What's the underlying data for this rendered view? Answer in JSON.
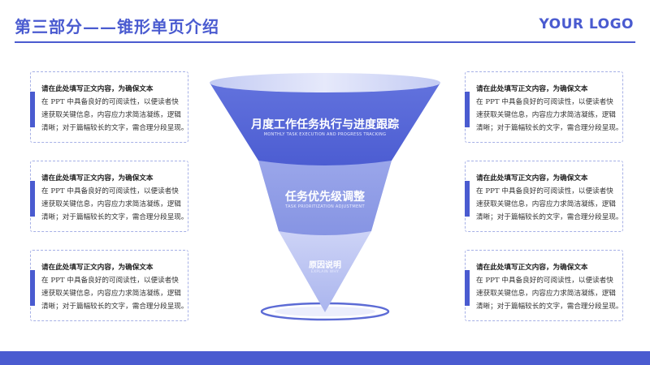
{
  "header": {
    "title": "第三部分——锥形单页介绍",
    "logo": "YOUR LOGO"
  },
  "funnel": {
    "levels": [
      {
        "title": "月度工作任务执行与进度跟踪",
        "subtitle": "MONTHLY TASK EXECUTION AND PROGRESS TRACKING"
      },
      {
        "title": "任务优先级调整",
        "subtitle": "TASK PRIORITIZATION ADJUSTMENT"
      },
      {
        "title": "原因说明",
        "subtitle": "EXPLAIN WHY"
      }
    ]
  },
  "cards": {
    "line1": "请在此处填写正文内容，为确保文本",
    "line2": "在 PPT 中具备良好的可阅读性，以便读者快",
    "line3": "速获取关键信息，内容应力求简洁凝练，逻辑",
    "line4": "清晰；对于篇幅较长的文字，需合理分段呈现。"
  },
  "colors": {
    "accent": "#4a5bd0",
    "funnel_top": "#5464d6",
    "funnel_mid": "#8d9be6",
    "funnel_bottom": "#c3cbf3",
    "card_border": "#a6b0e6"
  }
}
